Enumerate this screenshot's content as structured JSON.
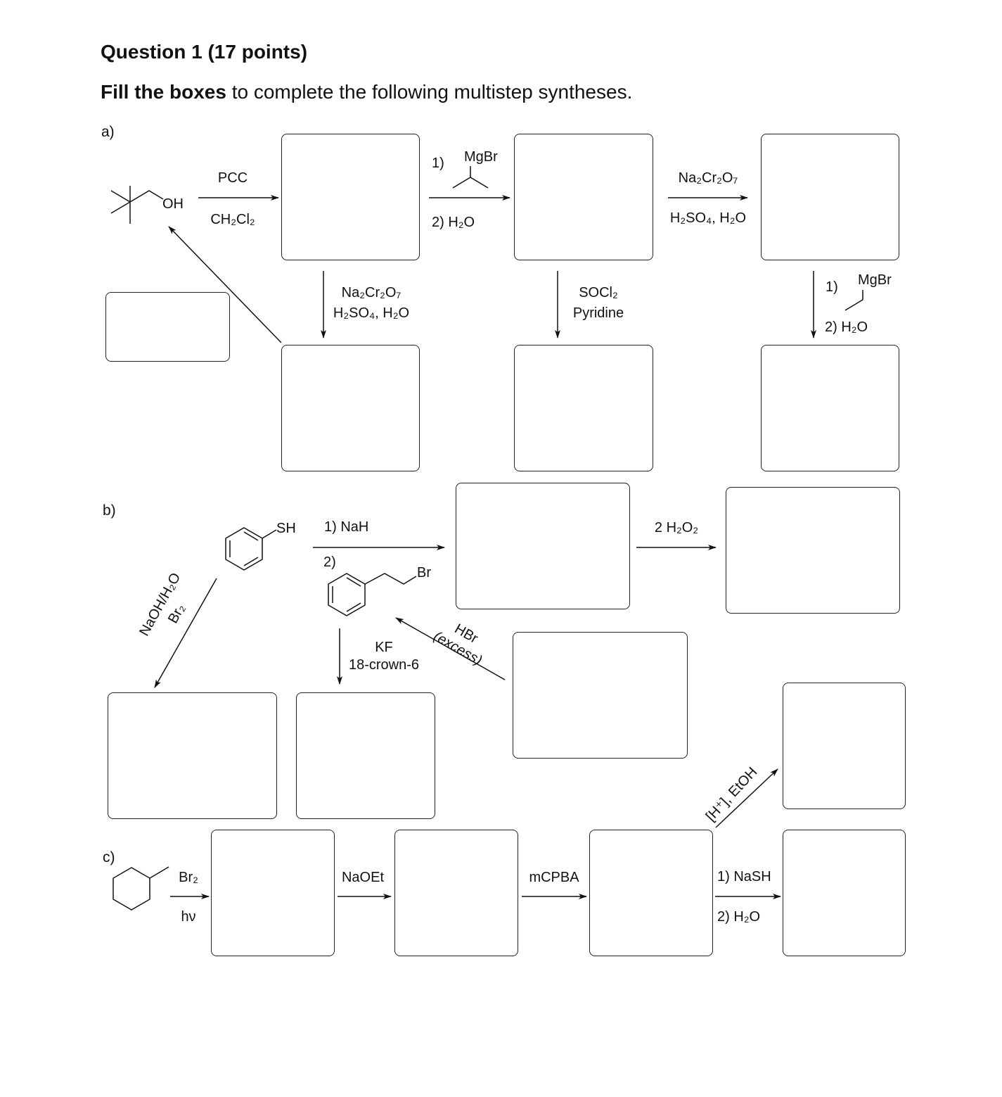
{
  "header": {
    "title": "Question 1 (17 points)",
    "instruction_bold": "Fill the boxes",
    "instruction_rest": " to complete the following multistep syntheses."
  },
  "sections": {
    "a": "a)",
    "b": "b)",
    "c": "c)"
  },
  "part_a": {
    "start_oh": "OH",
    "pcc": "PCC",
    "ch2cl2": "CH₂Cl₂",
    "step2_num1": "1)",
    "step2_mgbr": "MgBr",
    "step2_num2": "2) H₂O",
    "jones_top_1": "Na₂Cr₂O₇",
    "jones_top_2": "H₂SO₄, H₂O",
    "jones_down_1": "Na₂Cr₂O₇",
    "jones_down_2": "H₂SO₄, H₂O",
    "socl2": "SOCl₂",
    "pyridine": "Pyridine",
    "right_num1": "1)",
    "right_mgbr": "MgBr",
    "right_num2": "2) H₂O"
  },
  "part_b": {
    "sh": "SH",
    "nah": "1) NaH",
    "num2": "2)",
    "br": "Br",
    "h2o2": "2 H₂O₂",
    "naoh": "NaOH/H₂O",
    "br2": "Br₂",
    "kf": "KF",
    "crown": "18-crown-6",
    "hbr": "HBr",
    "excess": "(excess)",
    "acid_etoh": "[H⁺], EtOH"
  },
  "part_c": {
    "br2": "Br₂",
    "hv": "hν",
    "naoet": "NaOEt",
    "mcpba": "mCPBA",
    "nash": "1) NaSH",
    "h2o": "2) H₂O"
  }
}
